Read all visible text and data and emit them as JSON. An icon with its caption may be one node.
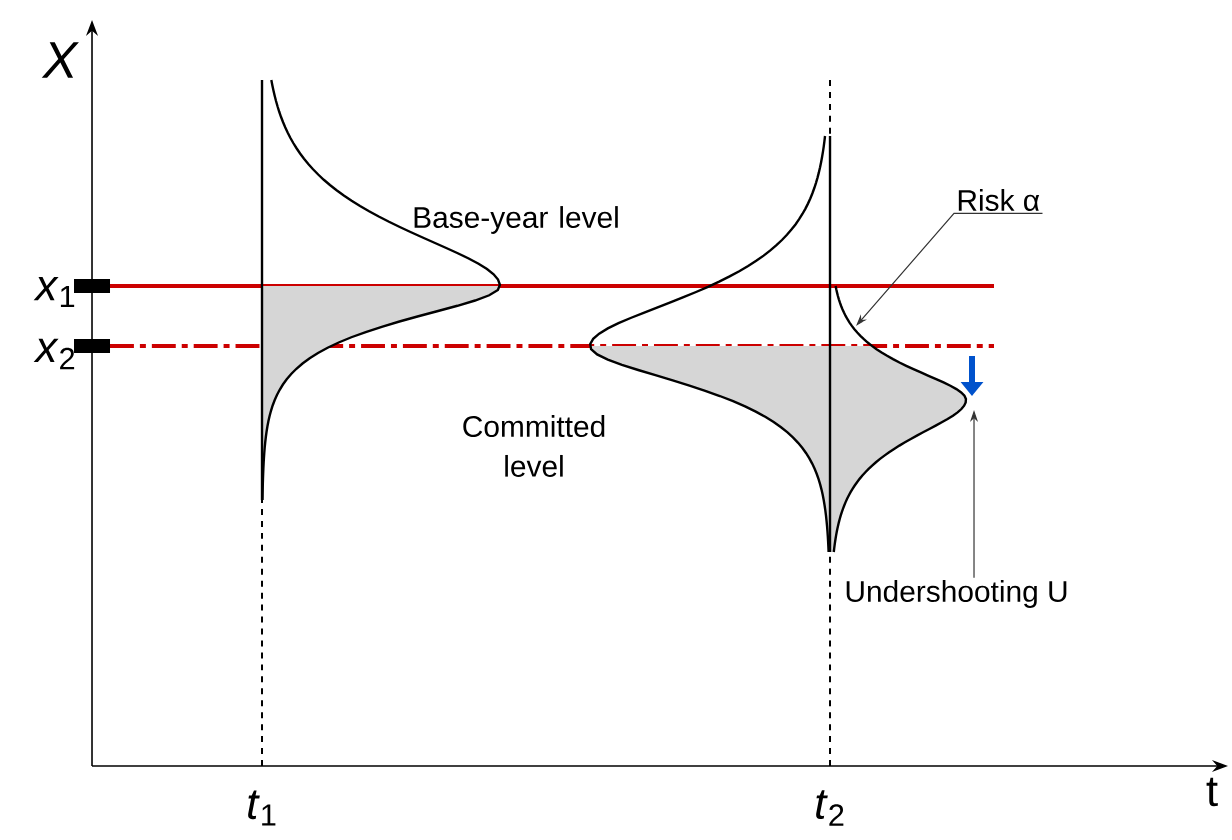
{
  "diagram": {
    "nodes": [
      {
        "text": [
          "Risk α"
        ]
      },
      {
        "text": [
          "Undershooting U"
        ]
      },
      {
        "text": [],
        "shape": "curve"
      }
    ],
    "edges": [
      {
        "from": 0,
        "to": 2,
        "arrow": "to"
      },
      {
        "from": 1,
        "to": 2,
        "arrow": "to"
      }
    ],
    "labels": [
      "X",
      "*x*$_{1}$",
      "*x*$_{2}$",
      "Base-year level",
      "Committed level",
      "*t*$_{1}$",
      "*t*$_{2}$",
      "t"
    ]
  }
}
